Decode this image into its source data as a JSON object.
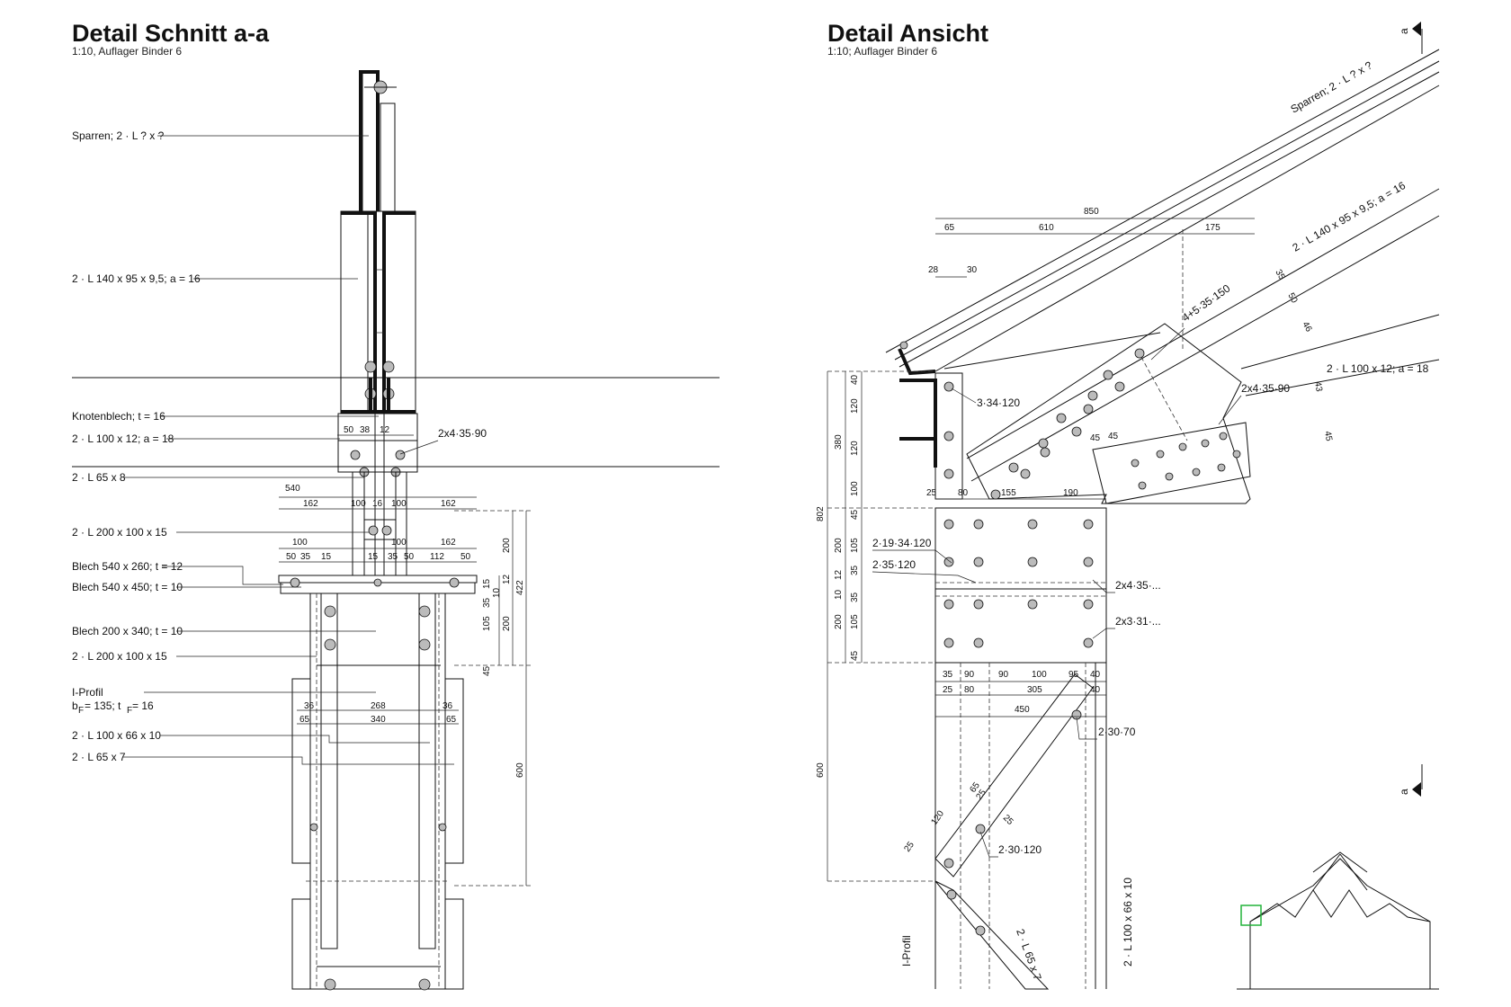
{
  "left": {
    "title": "Detail Schnitt a-a",
    "subtitle": "1:10, Auflager Binder 6",
    "labels": [
      "Sparren; 2 · L ? x ?",
      "2 · L 140 x 95 x 9,5; a = 16",
      "Knotenblech; t = 16",
      "2 · L 100 x 12; a = 18",
      "2 · L 65 x 8",
      "2 · L 200 x 100 x 15",
      "Blech 540 x 260; t = 12",
      "Blech 540 x 450; t = 10",
      "Blech 200 x 340; t = 10",
      "2 · L 200 x 100 x 15",
      "I-Profil",
      "b",
      "F",
      " = 135; t",
      "F",
      " = 16",
      "2 · L 100 x 66 x 10",
      "2 · L 65 x 7"
    ],
    "bolt_callout": "2x4·35·90",
    "dims": [
      "50",
      "38",
      "12",
      "540",
      "162",
      "100",
      "16",
      "100",
      "162",
      "100",
      "100",
      "162",
      "50",
      "35",
      "15",
      "15",
      "35",
      "50",
      "112",
      "50",
      "200",
      "422",
      "12",
      "10",
      "15",
      "35",
      "105",
      "200",
      "45",
      "600",
      "36",
      "268",
      "36",
      "65",
      "340",
      "65"
    ]
  },
  "right": {
    "title": "Detail Ansicht",
    "subtitle": "1:10; Auflager Binder 6",
    "section_mark": "a",
    "labels": [
      "Sparren; 2 · L ? x ?",
      "2 · L 140 x 95 x 9,5; a = 16",
      "2 · L 100 x 12; a = 18",
      "I-Profil",
      "2 · L 65 x 7",
      "2 · L 100 x 66 x 10"
    ],
    "callouts": [
      "4+5·35·150",
      "3·34·120",
      "2x4·35·90",
      "2·19·34·120",
      "2·35·120",
      "2x4·35·...",
      "2x3·31·...",
      "2·30·70",
      "2·30·120"
    ],
    "dims": [
      "850",
      "65",
      "610",
      "175",
      "28",
      "30",
      "35",
      "50",
      "46",
      "43",
      "45",
      "45",
      "45",
      "380",
      "802",
      "600",
      "40",
      "120",
      "120",
      "100",
      "45",
      "200",
      "105",
      "35",
      "12",
      "10",
      "35",
      "105",
      "200",
      "45",
      "25",
      "80",
      "155",
      "190",
      "35",
      "90",
      "90",
      "100",
      "95",
      "40",
      "25",
      "80",
      "305",
      "40",
      "450",
      "25",
      "120",
      "25",
      "65",
      "25"
    ]
  }
}
